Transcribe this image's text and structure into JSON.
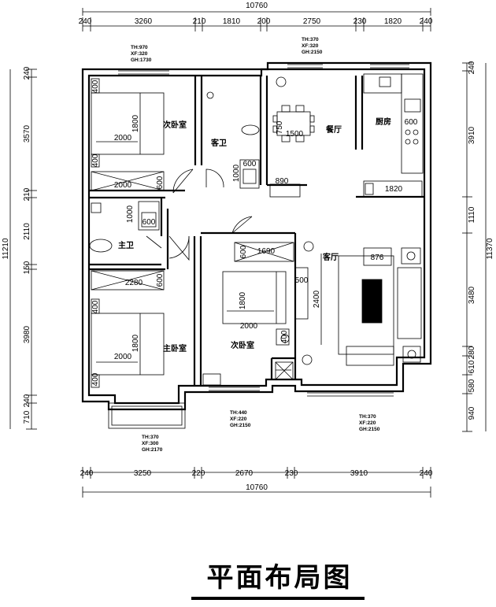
{
  "dims": {
    "top_total": "10760",
    "top": [
      "240",
      "3260",
      "210",
      "1810",
      "200",
      "2750",
      "230",
      "1820",
      "240"
    ],
    "bottom_total": "10760",
    "bottom": [
      "240",
      "3250",
      "220",
      "2670",
      "230",
      "3910",
      "240"
    ],
    "left_total": "11210",
    "left": [
      "240",
      "3570",
      "210",
      "2110",
      "150",
      "3980",
      "240",
      "710"
    ],
    "right_total": "11370",
    "right": [
      "240",
      "3910",
      "1110",
      "3480",
      "280",
      "610",
      "580",
      "940"
    ]
  },
  "rooms": {
    "bed2_top": "次卧室",
    "guest_bath": "客卫",
    "dining": "餐厅",
    "kitchen": "厨房",
    "master_bath": "主卫",
    "living": "客厅",
    "master_bed": "主卧室",
    "bed2_mid": "次卧室"
  },
  "furniture": {
    "bed_top_w": "2000",
    "bed_top_l": "1800",
    "bed_top_side1": "400",
    "bed_top_side2": "400",
    "wardrobe_top": "2000",
    "wardrobe_top_d": "600",
    "guest_tub": "600",
    "guest_tub_l": "1000",
    "dining_table": "1500",
    "dining_table_d": "750",
    "dining_cab": "890",
    "kitchen_counter": "600",
    "kitchen_cab": "1820",
    "master_tub": "1000",
    "master_tub_d": "600",
    "wardrobe_master": "2280",
    "wardrobe_master_d": "600",
    "bed_master_w": "2000",
    "bed_master_l": "1800",
    "bed_master_side1": "400",
    "bed_master_side2": "400",
    "wardrobe_mid": "1690",
    "wardrobe_mid_d": "600",
    "bed_mid_w": "2000",
    "bed_mid_l": "1800",
    "bed_mid_side": "400",
    "tv_cab": "500",
    "tv_span": "2400",
    "sofa_table": "876"
  },
  "window_tags": [
    {
      "l1": "TH:970",
      "l2": "XF:320",
      "l3": "GH:1730"
    },
    {
      "l1": "TH:370",
      "l2": "XF:320",
      "l3": "GH:2150"
    },
    {
      "l1": "TH:440",
      "l2": "XF:220",
      "l3": "GH:2150"
    },
    {
      "l1": "TH:370",
      "l2": "XF:220",
      "l3": "GH:2150"
    },
    {
      "l1": "TH:370",
      "l2": "XF:300",
      "l3": "GH:2170"
    }
  ],
  "title": "平面布局图"
}
